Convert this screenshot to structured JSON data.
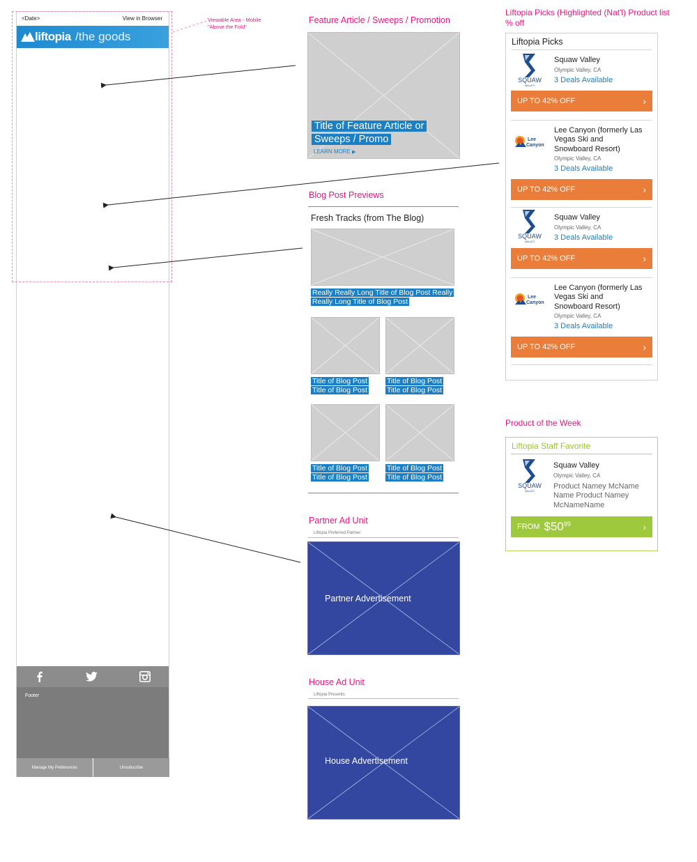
{
  "email": {
    "date": "<Date>",
    "view_in_browser": "View in Browser",
    "brand_name": "liftopia",
    "brand_tagline": "/the goods",
    "viewable_area_note": "Viewable Area - Mobile",
    "above_fold_note": "\"Above the Fold\"",
    "social_icons": [
      "facebook-icon",
      "twitter-icon",
      "instagram-icon"
    ],
    "footer_label": "Footer",
    "manage_preferences": "Manage My Preferences",
    "unsubscribe": "Unsubscribe"
  },
  "feature": {
    "section_title": "Feature Article / Sweeps / Promotion",
    "title_line1": "Title of Feature Article or",
    "title_line2": "Sweeps / Promo",
    "cta": "LEARN MORE"
  },
  "blog": {
    "section_title": "Blog Post Previews",
    "header": "Fresh Tracks (from The Blog)",
    "main_title_line1": "Really Really Long Title of Blog Post Really",
    "main_title_line2": "Really Long Title of Blog Post",
    "posts": [
      {
        "line1": "Title of Blog Post",
        "line2": "Title of Blog Post"
      },
      {
        "line1": "Title of Blog Post",
        "line2": "Title of Blog Post"
      },
      {
        "line1": "Title of Blog Post",
        "line2": "Title of Blog Post"
      },
      {
        "line1": "Title of Blog Post",
        "line2": "Title of Blog Post"
      }
    ]
  },
  "partner_ad": {
    "section_title": "Partner Ad Unit",
    "sublabel": "Liftopia Preferred Partner",
    "label": "Partner Advertisement"
  },
  "house_ad": {
    "section_title": "House Ad Unit",
    "sublabel": "Liftopia Presents",
    "label": "House Advertisement"
  },
  "picks": {
    "section_title_line1": "Liftopia Picks (Highlighted (Nat'l) Product list",
    "section_title_line2": "% off",
    "card_title": "Liftopia Picks",
    "items": [
      {
        "logo": "squaw-valley-logo",
        "name_line1": "Squaw Valley",
        "name_line2": "",
        "name_line3": "",
        "location": "Olympic Valley, CA",
        "deals": "3 Deals Available",
        "button": "UP TO 42% OFF"
      },
      {
        "logo": "lee-canyon-logo",
        "name_line1": "Lee Canyon (formerly Las",
        "name_line2": "Vegas Ski and",
        "name_line3": "Snowboard Resort)",
        "location": "Olympic Valley, CA",
        "deals": "3 Deals Available",
        "button": "UP TO 42% OFF"
      },
      {
        "logo": "squaw-valley-logo",
        "name_line1": "Squaw Valley",
        "name_line2": "",
        "name_line3": "",
        "location": "Olympic Valley, CA",
        "deals": "3 Deals Available",
        "button": "UP TO 42% OFF"
      },
      {
        "logo": "lee-canyon-logo",
        "name_line1": "Lee Canyon (formerly Las",
        "name_line2": "Vegas Ski and",
        "name_line3": "Snowboard Resort)",
        "location": "Olympic Valley, CA",
        "deals": "3 Deals Available",
        "button": "UP TO 42% OFF"
      }
    ],
    "logo_squaw_text": "SQUAW",
    "logo_squaw_sub": "VALLEY",
    "logo_lee_text1": "Lee",
    "logo_lee_text2": "Canyon"
  },
  "potw": {
    "section_title": "Product of the Week",
    "card_title": "Liftopia Staff Favorite",
    "name": "Squaw Valley",
    "location": "Olympic Valley, CA",
    "product_line1": "Product Namey McName",
    "product_line2": "Name Product Namey",
    "product_line3": "McNameName",
    "from_label": "FROM",
    "price": "$50",
    "price_cents": "99"
  },
  "colors": {
    "annotation_pink": "#e5177f",
    "brand_blue": "#1a7fc4",
    "cta_orange": "#ea7d3a",
    "favorite_green": "#9fc93c",
    "ad_blue": "#3347a0",
    "placeholder_gray": "#cfcfcf"
  }
}
